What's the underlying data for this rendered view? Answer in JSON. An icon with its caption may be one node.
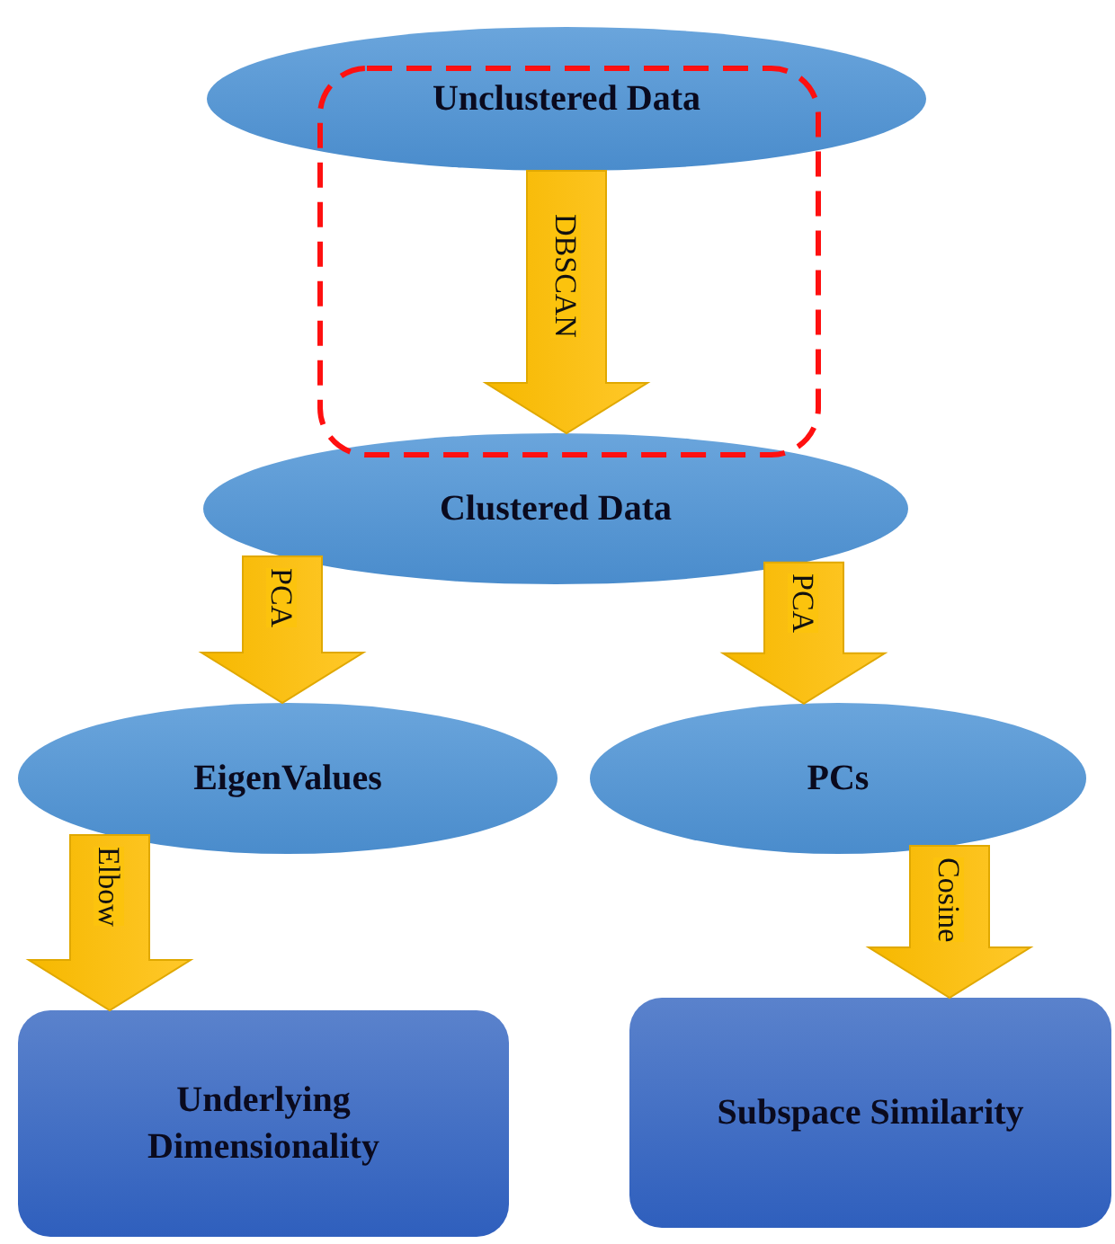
{
  "diagram": {
    "nodes": [
      {
        "text": [
          "Unclustered Data"
        ]
      },
      {
        "text": [
          "Clustered Data"
        ]
      },
      {
        "text": [
          "EigenValues"
        ]
      },
      {
        "text": [
          "PCs"
        ]
      },
      {
        "text": [
          "Underlying Dimensionality"
        ]
      },
      {
        "text": [
          "Subspace Similarity"
        ]
      }
    ],
    "edges": [
      {
        "from": 0,
        "to": 1,
        "arrow": "to",
        "label": "DBSCAN"
      },
      {
        "from": 1,
        "to": 2,
        "arrow": "to",
        "label": "PCA"
      },
      {
        "from": 1,
        "to": 3,
        "arrow": "to",
        "label": "PCA"
      },
      {
        "from": 2,
        "to": 4,
        "arrow": "to",
        "label": "Elbow"
      },
      {
        "from": 3,
        "to": 5,
        "arrow": "to",
        "label": "Cosine"
      }
    ]
  }
}
